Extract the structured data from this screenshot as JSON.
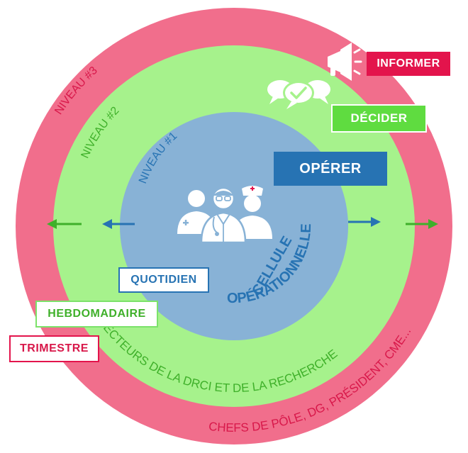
{
  "levels": {
    "level3": "NIVEAU #3",
    "level2": "NIVEAU #2",
    "level1": "NIVEAU #1"
  },
  "center": {
    "line1": "CELLULE",
    "line2": "OPÉRATIONNELLE"
  },
  "actions": {
    "informer": "INFORMER",
    "decider": "DÉCIDER",
    "operer": "OPÉRER"
  },
  "frequencies": {
    "quotidien": "QUOTIDIEN",
    "hebdomadaire": "HEBDOMADAIRE",
    "trimestre": "TRIMESTRE"
  },
  "ring_captions": {
    "green": "DIRECTEURS DE LA DRCI ET DE LA RECHERCHE",
    "pink": "CHEFS DE PÔLE, DG, PRÉSIDENT, CME..."
  },
  "colors": {
    "outer_ring": "#f16e8c",
    "middle_ring": "#a6f28c",
    "inner_circle": "#88b2d6",
    "informer_tag": "#e3144c",
    "decider_tag": "#5fdc40",
    "operer_tag": "#2773b3",
    "outer_text": "#d8184a",
    "middle_text": "#3fb02a",
    "inner_text": "#2773b3"
  },
  "icons": {
    "megaphone": "megaphone-icon",
    "chat": "chat-bubbles-check-icon",
    "medical_team": "medical-team-icon",
    "arrows": "arrow-icon"
  }
}
